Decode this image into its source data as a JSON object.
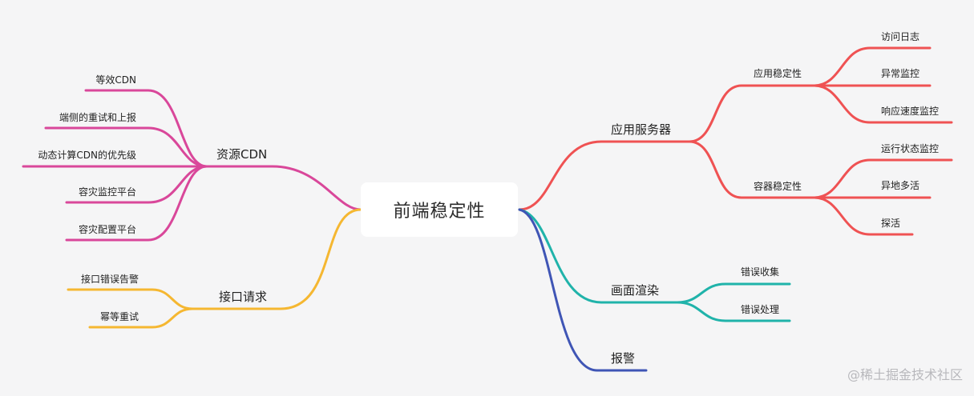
{
  "root": {
    "label": "前端稳定性"
  },
  "colors": {
    "background": "#f5f5f6",
    "cdn": "#d9479a",
    "api": "#f5b731",
    "server": "#ef5253",
    "render": "#20b3aa",
    "alarm": "#3f55b5"
  },
  "branches": {
    "cdn": {
      "label": "资源CDN",
      "children": [
        "等效CDN",
        "端侧的重试和上报",
        "动态计算CDN的优先级",
        "容灾监控平台",
        "容灾配置平台"
      ]
    },
    "api": {
      "label": "接口请求",
      "children": [
        "接口错误告警",
        "幂等重试"
      ]
    },
    "server": {
      "label": "应用服务器",
      "app": {
        "label": "应用稳定性",
        "children": [
          "访问日志",
          "异常监控",
          "响应速度监控"
        ]
      },
      "container": {
        "label": "容器稳定性",
        "children": [
          "运行状态监控",
          "异地多活",
          "探活"
        ]
      }
    },
    "render": {
      "label": "画面渲染",
      "children": [
        "错误收集",
        "错误处理"
      ]
    },
    "alarm": {
      "label": "报警"
    }
  },
  "watermark": "@稀土掘金技术社区"
}
